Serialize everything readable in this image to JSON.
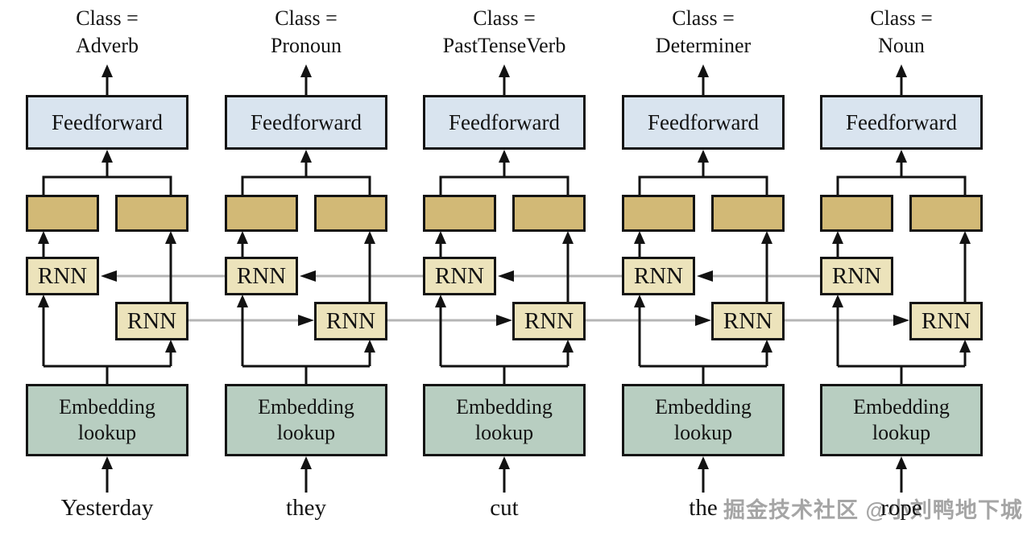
{
  "diagram": {
    "title_semantics": "bidirectional RNN sequence tagger",
    "columns": [
      {
        "class_label": "Class =\nAdverb",
        "feedforward": "Feedforward",
        "rnn_backward": "RNN",
        "rnn_forward": "RNN",
        "embedding": "Embedding\nlookup",
        "word": "Yesterday"
      },
      {
        "class_label": "Class =\nPronoun",
        "feedforward": "Feedforward",
        "rnn_backward": "RNN",
        "rnn_forward": "RNN",
        "embedding": "Embedding\nlookup",
        "word": "they"
      },
      {
        "class_label": "Class =\nPastTenseVerb",
        "feedforward": "Feedforward",
        "rnn_backward": "RNN",
        "rnn_forward": "RNN",
        "embedding": "Embedding\nlookup",
        "word": "cut"
      },
      {
        "class_label": "Class =\nDeterminer",
        "feedforward": "Feedforward",
        "rnn_backward": "RNN",
        "rnn_forward": "RNN",
        "embedding": "Embedding\nlookup",
        "word": "the"
      },
      {
        "class_label": "Class =\nNoun",
        "feedforward": "Feedforward",
        "rnn_backward": "RNN",
        "rnn_forward": "RNN",
        "embedding": "Embedding\nlookup",
        "word": "rope"
      }
    ],
    "colors": {
      "feedforward_fill": "#d9e4ef",
      "hidden_fill": "#d2b976",
      "rnn_fill": "#ece3bb",
      "embedding_fill": "#b8cec1",
      "line": "#121212",
      "chain_line": "#b5b5b5"
    },
    "watermark": "掘金技术社区 @小刘鸭地下城"
  }
}
